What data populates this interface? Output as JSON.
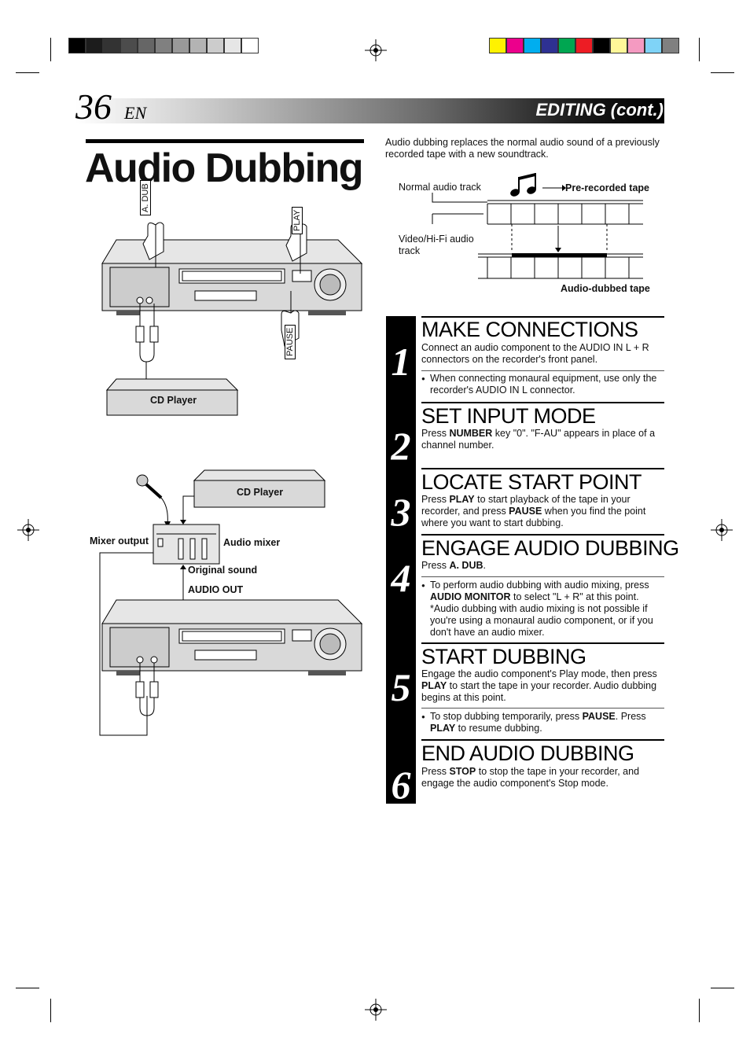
{
  "header": {
    "page_number": "36",
    "page_lang": "EN",
    "section_title": "EDITING (cont.)"
  },
  "main_title": "Audio Dubbing",
  "intro": "Audio dubbing replaces the normal audio sound of a previously recorded tape with a new soundtrack.",
  "track_diagram": {
    "normal_audio_track": "Normal audio track",
    "pre_recorded_tape": "Pre-recorded tape",
    "video_hifi_track": "Video/Hi-Fi audio track",
    "audio_dubbed_tape": "Audio-dubbed tape"
  },
  "illustration_top": {
    "a_dub_label": "A. DUB",
    "play_label": "PLAY",
    "pause_label": "PAUSE",
    "cd_player": "CD Player"
  },
  "illustration_bottom": {
    "cd_player": "CD Player",
    "mixer_output": "Mixer output",
    "audio_mixer": "Audio mixer",
    "original_sound": "Original sound",
    "audio_out": "AUDIO OUT"
  },
  "steps": [
    {
      "number": "1",
      "heading": "MAKE CONNECTIONS",
      "body": "Connect an audio component to the AUDIO IN L + R connectors on the recorder's front panel.",
      "note": "When connecting monaural equipment, use only the recorder's AUDIO IN L connector."
    },
    {
      "number": "2",
      "heading": "SET INPUT MODE",
      "body_pre": "Press ",
      "body_bold": "NUMBER",
      "body_post": " key \"0\". \"F-AU\" appears in place of a channel number."
    },
    {
      "number": "3",
      "heading": "LOCATE START POINT",
      "b1": "Press ",
      "b2": "PLAY",
      "b3": " to start playback of the tape in your recorder, and press ",
      "b4": "PAUSE",
      "b5": " when you find the point where you want to start dubbing."
    },
    {
      "number": "4",
      "heading": "ENGAGE AUDIO DUBBING",
      "b1": "Press ",
      "b2": "A. DUB",
      "b3": ".",
      "n1": "To perform audio dubbing with audio mixing, press ",
      "n2": "AUDIO MONITOR",
      "n3": " to select \"L + R\" at this point.",
      "n4": "*Audio dubbing with audio mixing is not possible if you're using a monaural audio component, or if you don't have an audio mixer."
    },
    {
      "number": "5",
      "heading": "START DUBBING",
      "b1": "Engage the audio component's Play mode, then press ",
      "b2": "PLAY",
      "b3": " to start the tape in your recorder. Audio dubbing begins at this point.",
      "n1": "To stop dubbing temporarily, press ",
      "n2": "PAUSE",
      "n3": ". Press ",
      "n4": "PLAY",
      "n5": " to resume dubbing."
    },
    {
      "number": "6",
      "heading": "END AUDIO DUBBING",
      "b1": "Press ",
      "b2": "STOP",
      "b3": " to stop the tape in your recorder, and engage the audio component's Stop mode."
    }
  ],
  "colors": {
    "gray_swatches": [
      "#000000",
      "#1c1c1c",
      "#333333",
      "#4c4c4c",
      "#666666",
      "#808080",
      "#999999",
      "#b3b3b3",
      "#cccccc",
      "#e6e6e6",
      "#ffffff"
    ],
    "color_swatches": [
      "#fff200",
      "#ec008c",
      "#00aeef",
      "#2e3192",
      "#00a651",
      "#ed1c24",
      "#000000",
      "#fff799",
      "#f49ac1",
      "#7fd3f7",
      "#808080"
    ],
    "device_fill": "#d9d9d9"
  }
}
